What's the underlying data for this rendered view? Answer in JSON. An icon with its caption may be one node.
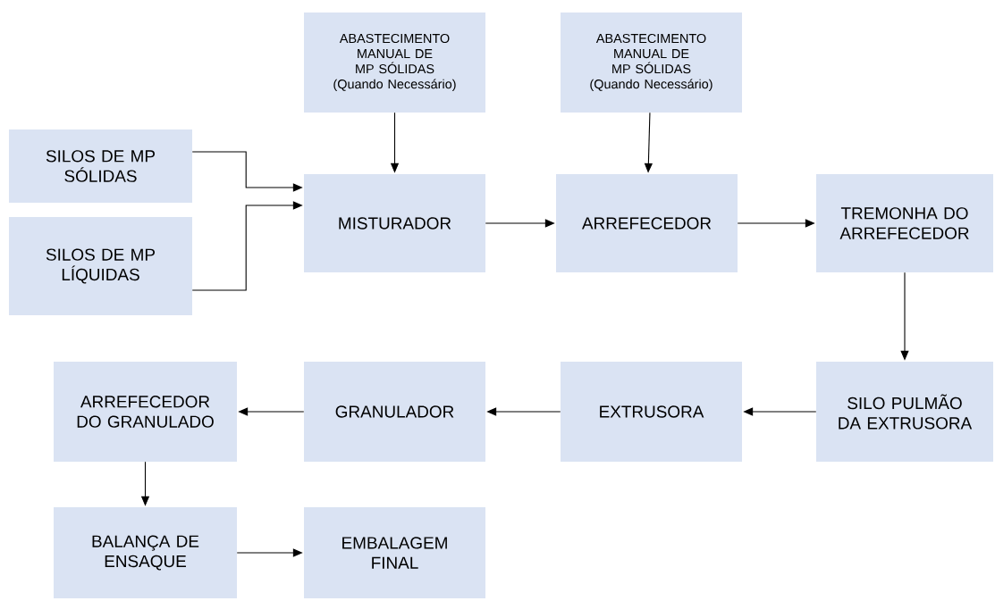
{
  "diagram": {
    "nodes": [
      {
        "text": [
          "SILOS DE MP SÓLIDAS"
        ]
      },
      {
        "text": [
          "SILOS DE MP LÍQUIDAS"
        ]
      },
      {
        "text": [
          "ABASTECIMENTO MANUAL DE MP SÓLIDAS (Quando Necessário)"
        ]
      },
      {
        "text": [
          "ABASTECIMENTO MANUAL DE MP SÓLIDAS (Quando Necessário)"
        ]
      },
      {
        "text": [
          "MISTURADOR"
        ]
      },
      {
        "text": [
          "ARREFECEDOR"
        ]
      },
      {
        "text": [
          "TREMONHA DO ARREFECEDOR"
        ]
      },
      {
        "text": [
          "SILO PULMÃO DA EXTRUSORA"
        ]
      },
      {
        "text": [
          "EXTRUSORA"
        ]
      },
      {
        "text": [
          "GRANULADOR"
        ]
      },
      {
        "text": [
          "ARREFECEDOR DO GRANULADO"
        ]
      },
      {
        "text": [
          "BALANÇA DE ENSAQUE"
        ]
      },
      {
        "text": [
          "EMBALAGEM FINAL"
        ]
      }
    ],
    "edges": [
      {
        "from": 0,
        "to": 4,
        "arrow": "to"
      },
      {
        "from": 1,
        "to": 4,
        "arrow": "to"
      },
      {
        "from": 2,
        "to": 4,
        "arrow": "to"
      },
      {
        "from": 3,
        "to": 5,
        "arrow": "to"
      },
      {
        "from": 4,
        "to": 5,
        "arrow": "to"
      },
      {
        "from": 5,
        "to": 6,
        "arrow": "to"
      },
      {
        "from": 6,
        "to": 7,
        "arrow": "to"
      },
      {
        "from": 7,
        "to": 8,
        "arrow": "to"
      },
      {
        "from": 8,
        "to": 9,
        "arrow": "to"
      },
      {
        "from": 9,
        "to": 10,
        "arrow": "to"
      },
      {
        "from": 10,
        "to": 11,
        "arrow": "to"
      },
      {
        "from": 11,
        "to": 12,
        "arrow": "to"
      }
    ]
  }
}
